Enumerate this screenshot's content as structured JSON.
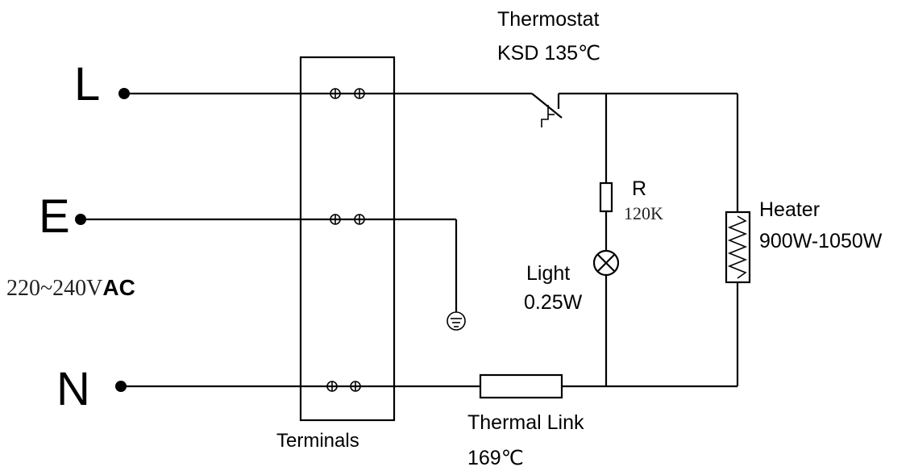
{
  "lines": {
    "L": "L",
    "E": "E",
    "N": "N"
  },
  "supply": {
    "range": "220~240V",
    "unit": "AC"
  },
  "terminals": {
    "label": "Terminals"
  },
  "thermostat": {
    "name": "Thermostat",
    "model": "KSD 135℃"
  },
  "resistor": {
    "name": "R",
    "value": "120K"
  },
  "light": {
    "name": "Light",
    "power": "0.25W"
  },
  "heater": {
    "name": "Heater",
    "power": "900W-1050W"
  },
  "thermal_link": {
    "name": "Thermal Link",
    "rating": "169℃"
  },
  "icons": {
    "ground": "ground-icon",
    "lamp": "lamp-icon",
    "heater": "heater-coil-icon",
    "terminal_screw": "terminal-screw-icon"
  }
}
